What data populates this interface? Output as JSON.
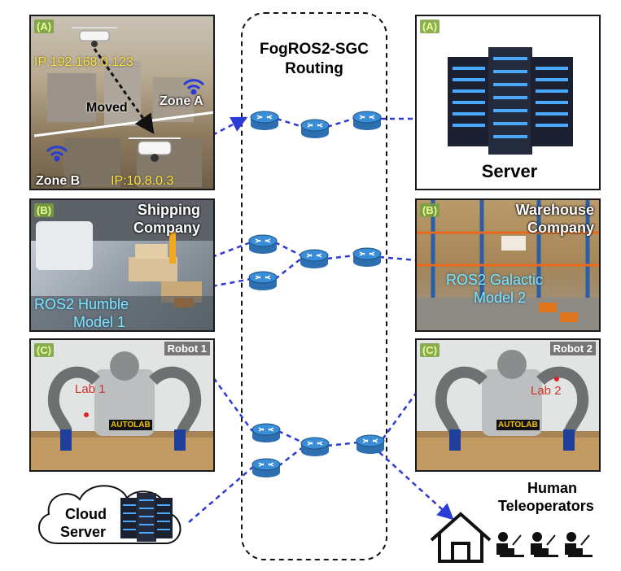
{
  "routing": {
    "title_line1": "FogROS2-SGC",
    "title_line2": "Routing"
  },
  "panel_a_left": {
    "tag": "(A)",
    "ip_top": "IP:192.168.0.123",
    "ip_bottom": "IP:10.8.0.3",
    "moved": "Moved",
    "zone_a": "Zone A",
    "zone_b": "Zone B"
  },
  "panel_a_right": {
    "tag": "(A)",
    "label": "Server"
  },
  "panel_b_left": {
    "tag": "(B)",
    "company_line1": "Shipping",
    "company_line2": "Company",
    "model_line1": "ROS2 Humble",
    "model_line2": "Model 1"
  },
  "panel_b_right": {
    "tag": "(B)",
    "company_line1": "Warehouse",
    "company_line2": "Company",
    "model_line1": "ROS2 Galactic",
    "model_line2": "Model 2"
  },
  "panel_c_left": {
    "tag": "(C)",
    "robot": "Robot 1",
    "lab": "Lab 1",
    "logo": "AUTOLAB"
  },
  "panel_c_right": {
    "tag": "(C)",
    "robot": "Robot 2",
    "lab": "Lab 2",
    "logo": "AUTOLAB"
  },
  "cloud": {
    "line1": "Cloud",
    "line2": "Server"
  },
  "human": {
    "line1": "Human",
    "line2": "Teleoperators"
  },
  "colors": {
    "link": "#2a3bd6",
    "router": "#3a8ed8",
    "label_cyan": "#7fe6ff",
    "label_yellow": "#ffe23a"
  }
}
